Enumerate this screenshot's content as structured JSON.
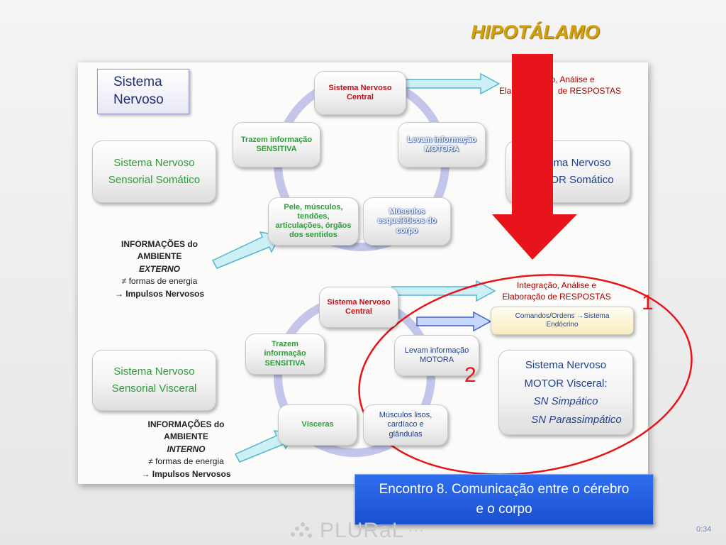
{
  "header": {
    "title": "HIPOTÁLAMO"
  },
  "slide": {
    "title": [
      "Sistema",
      "Nervoso"
    ],
    "top": {
      "left_box": [
        "Sistema Nervoso",
        "Sensorial Somático"
      ],
      "right_box": [
        "ma Nervoso",
        "OR Somático"
      ],
      "cns": [
        "Sistema Nervoso",
        "Central"
      ],
      "sens": [
        "Trazem informação",
        "SENSITIVA"
      ],
      "motor": [
        "Levam informação",
        "MOTORA"
      ],
      "skin": [
        "Pele,  músculos,",
        "tendões,",
        "articulações, órgãos",
        "dos sentidos"
      ],
      "muscles": [
        "Músculos",
        "esqueléticos do",
        "corpo"
      ],
      "integration": [
        "ção, Análise e",
        "Ela",
        "de RESPOSTAS"
      ],
      "info": [
        "INFORMAÇÕES do",
        "AMBIENTE",
        "EXTERNO",
        "≠ formas de energia",
        "→ Impulsos Nervosos"
      ]
    },
    "bottom": {
      "left_box": [
        "Sistema Nervoso",
        "Sensorial Visceral"
      ],
      "cns": [
        "Sistema Nervoso",
        "Central"
      ],
      "sens": [
        "Trazem",
        "informação",
        "SENSITIVA"
      ],
      "motor": [
        "Levam informação",
        "MOTORA"
      ],
      "visceras": "Vísceras",
      "muscles": [
        "Músculos lisos,",
        "cardíaco e",
        "glândulas"
      ],
      "integration": [
        "Integração, Análise e",
        "Elaboração de RESPOSTAS"
      ],
      "commands": [
        "Comandos/Ordens →Sistema",
        "Endócrino"
      ],
      "motor_visceral": [
        "Sistema Nervoso",
        "MOTOR Visceral:",
        "SN Simpático",
        "SN Parassimpático"
      ],
      "info": [
        "INFORMAÇÕES do",
        "AMBIENTE",
        "INTERNO",
        "≠ formas de energia",
        "→ Impulsos Nervosos"
      ]
    },
    "markers": [
      "1",
      "2"
    ]
  },
  "banner": "Encontro 8. Comunicação entre o cérebro e o corpo",
  "footer": {
    "logo": "PLURaL",
    "timer": "0:34"
  },
  "colors": {
    "accent_red": "#e8141b",
    "banner_blue": "#2560e0",
    "green_text": "#2f9c3a",
    "cns_red": "#c0111a",
    "title_gold": "#d4a10c"
  }
}
